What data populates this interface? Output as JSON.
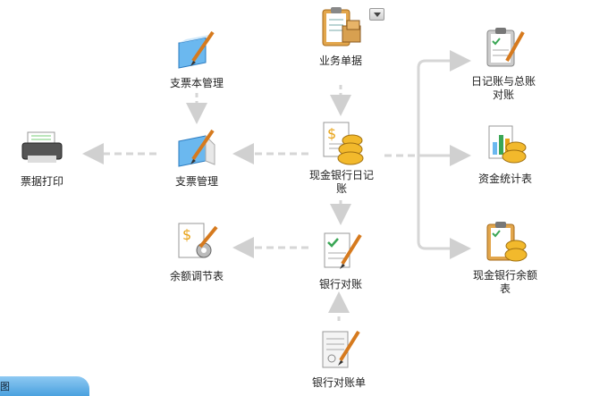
{
  "nodes": {
    "business": {
      "label": "业务单据"
    },
    "chequebook": {
      "label": "支票本管理"
    },
    "print": {
      "label": "票据打印"
    },
    "cheque": {
      "label": "支票管理"
    },
    "cashjournal": {
      "label": "现金银行日记账"
    },
    "reconcile_ledger": {
      "label": "日记账与总账对账"
    },
    "fund_stats": {
      "label": "资金统计表"
    },
    "balance_adjust": {
      "label": "余额调节表"
    },
    "bank_reconcile": {
      "label": "银行对账"
    },
    "cash_balance": {
      "label": "现金银行余额表"
    },
    "bank_statement": {
      "label": "银行对账单"
    }
  },
  "corner_tab": {
    "label": "图"
  },
  "colors": {
    "arrow": "#d0d0d0",
    "gold": "#e8a317",
    "blue": "#3a7bd5",
    "green": "#3aa655"
  }
}
